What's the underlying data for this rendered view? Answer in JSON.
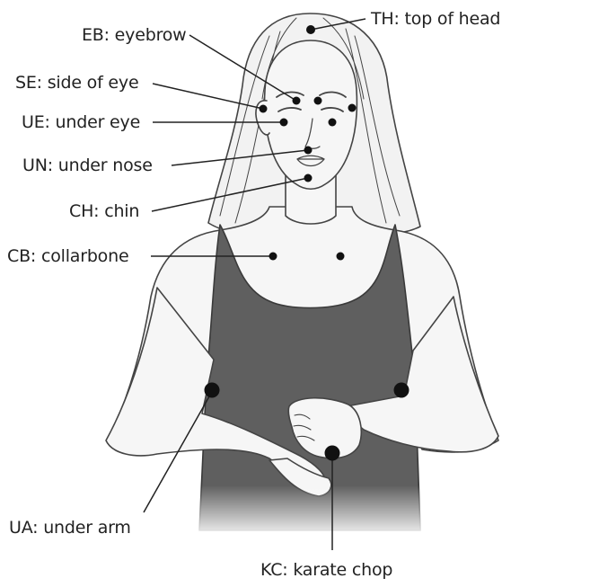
{
  "colors": {
    "outline": "#444444",
    "skin": "#f6f6f6",
    "hair": "#f2f2f2",
    "tank": "#5f5f5f",
    "point": "#111111",
    "leader": "#222222",
    "text": "#222222"
  },
  "points": [
    {
      "id": "th",
      "label": "TH: top of head"
    },
    {
      "id": "eb",
      "label": "EB: eyebrow"
    },
    {
      "id": "se",
      "label": "SE: side of eye"
    },
    {
      "id": "ue",
      "label": "UE: under eye"
    },
    {
      "id": "un",
      "label": "UN: under nose"
    },
    {
      "id": "ch",
      "label": "CH: chin"
    },
    {
      "id": "cb",
      "label": "CB: collarbone"
    },
    {
      "id": "ua",
      "label": "UA: under arm"
    },
    {
      "id": "kc",
      "label": "KC: karate chop"
    }
  ]
}
